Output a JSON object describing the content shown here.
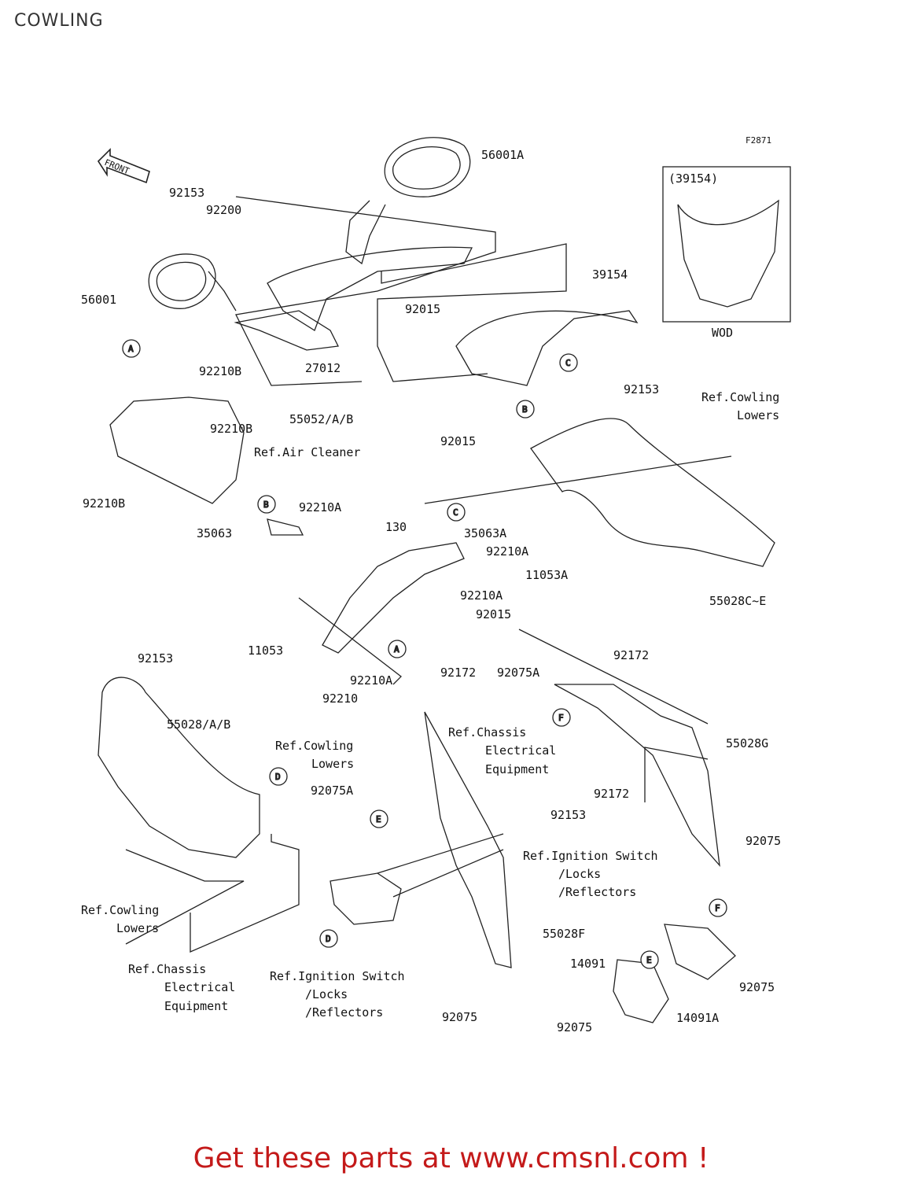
{
  "page": {
    "title": "COWLING",
    "cta": "Get these parts at www.cmsnl.com !"
  },
  "diagram": {
    "figure_code": "F2871",
    "front_arrow": "FRONT",
    "inset": {
      "top_label": "(39154)",
      "bottom_label": "WOD"
    },
    "labels": {
      "p56001a": "56001A",
      "p92153_top": "92153",
      "p92200": "92200",
      "p56001": "56001",
      "p39154": "39154",
      "p92015_top": "92015",
      "p27012": "27012",
      "p55052": "55052/A/B",
      "p92210b_1": "92210B",
      "p92210b_2": "92210B",
      "p92210b_3": "92210B",
      "ref_air_cleaner": "Ref.Air Cleaner",
      "p92015_mid": "92015",
      "p92153_right": "92153",
      "ref_cowling_lowers_right_1": "Ref.Cowling",
      "ref_cowling_lowers_right_2": "Lowers",
      "p92210a_top": "92210A",
      "p130": "130",
      "p35063a": "35063A",
      "p35063": "35063",
      "p92210a_mid": "92210A",
      "p11053a": "11053A",
      "p92210a_low": "92210A",
      "p55028c": "55028C~E",
      "p92015_low": "92015",
      "p92153_left": "92153",
      "p11053": "11053",
      "p92210a_bottom": "92210A",
      "p92210": "92210",
      "p92172_right": "92172",
      "p92172_mid": "92172",
      "p92075a_right": "92075A",
      "p55028ab": "55028/A/B",
      "ref_chassis_mid_1": "Ref.Chassis",
      "ref_chassis_mid_2": "Electrical",
      "ref_chassis_mid_3": "Equipment",
      "p55028g": "55028G",
      "ref_cowling_lowers_left_1": "Ref.Cowling",
      "ref_cowling_lowers_left_2": "Lowers",
      "p92075a_left": "92075A",
      "p92172_low": "92172",
      "p92153_low": "92153",
      "p92075_right": "92075",
      "ref_ignition_right_1": "Ref.Ignition Switch",
      "ref_ignition_right_2": "/Locks",
      "ref_ignition_right_3": "/Reflectors",
      "ref_cowling_lowers_bl_1": "Ref.Cowling",
      "ref_cowling_lowers_bl_2": "Lowers",
      "p55028f": "55028F",
      "p14091": "14091",
      "ref_chassis_bl_1": "Ref.Chassis",
      "ref_chassis_bl_2": "Electrical",
      "ref_chassis_bl_3": "Equipment",
      "ref_ignition_bottom_1": "Ref.Ignition Switch",
      "ref_ignition_bottom_2": "/Locks",
      "ref_ignition_bottom_3": "/Reflectors",
      "p92075_bottom": "92075",
      "p92075_br": "92075",
      "p92075_lowest": "92075",
      "p14091a": "14091A"
    },
    "callouts": {
      "a": "A",
      "b": "B",
      "c": "C",
      "d": "D",
      "e": "E",
      "f": "F"
    }
  }
}
